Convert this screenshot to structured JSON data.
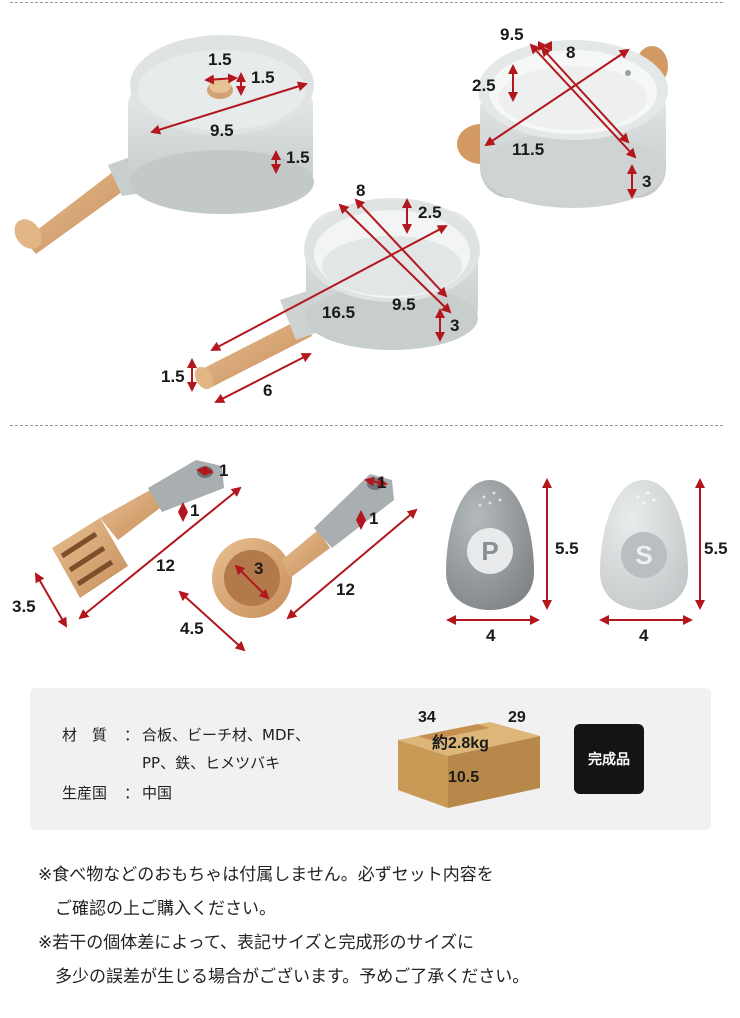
{
  "dimensions": {
    "saucepan": {
      "knob_width": "1.5",
      "knob_height": "1.5",
      "lid_diameter": "9.5",
      "lid_thickness": "1.5"
    },
    "pot": {
      "top_diameter": "9.5",
      "inner_diameter": "8",
      "inner_depth": "2.5",
      "overall_width": "11.5",
      "height": "3"
    },
    "frypan": {
      "inner_diameter": "8",
      "depth": "2.5",
      "outer_diameter": "9.5",
      "overall_length": "16.5",
      "height": "3",
      "handle_length": "6",
      "handle_height": "1.5"
    },
    "turner": {
      "hole": "1",
      "thickness": "1",
      "length": "12",
      "width": "3.5"
    },
    "ladle": {
      "hole": "1",
      "thickness": "1",
      "bowl": "3",
      "length": "12",
      "width": "4.5"
    },
    "pepper": {
      "letter": "P",
      "height": "5.5",
      "width": "4"
    },
    "salt": {
      "letter": "S",
      "height": "5.5",
      "width": "4"
    }
  },
  "specs": {
    "material_label": "材　質",
    "material_line1": "合板、ビーチ材、MDF、",
    "material_line2": "PP、鉄、ヒメツバキ",
    "origin_label": "生産国",
    "origin_value": "中国",
    "colon": "："
  },
  "box": {
    "depth": "34",
    "width": "29",
    "weight": "約2.8kg",
    "height": "10.5"
  },
  "assembled_badge": "完成品",
  "notes": [
    "※食べ物などのおもちゃは付属しません。必ずセット内容を",
    "　ご確認の上ご購入ください。",
    "※若干の個体差によって、表記サイズと完成形のサイズに",
    "　多少の誤差が生じる場合がございます。予めご了承ください。"
  ],
  "colors": {
    "arrow": "#b3161c",
    "wood": "#d9a877",
    "gray": "#cfd4d5",
    "dark_gray": "#8f9496",
    "box": "#c99a55"
  }
}
